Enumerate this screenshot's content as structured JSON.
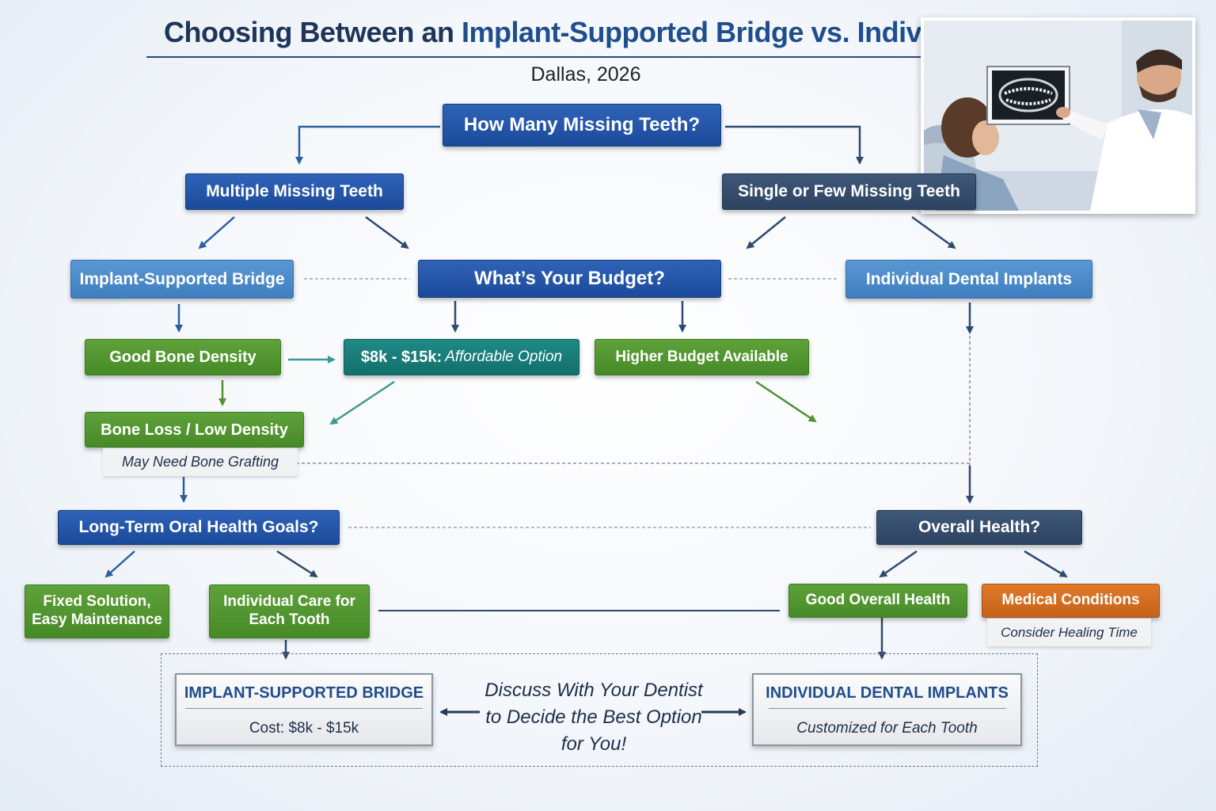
{
  "header": {
    "title_part1": "Choosing Between an ",
    "title_part2": "Implant-Supported Bridge vs. Individual Implants",
    "subtitle": "Dallas, 2026"
  },
  "nodes": {
    "how_many": "How Many Missing Teeth?",
    "multiple": "Multiple Missing Teeth",
    "single": "Single or Few Missing Teeth",
    "bridge": "Implant-Supported Bridge",
    "budget": "What’s Your Budget?",
    "individual": "Individual Dental Implants",
    "good_bone": "Good Bone Density",
    "budget_low_amount": "$8k - $15k:",
    "budget_low_label": "Affordable Option",
    "higher_budget": "Higher Budget Available",
    "bone_loss": "Bone Loss / Low Density",
    "bone_graft_note": "May Need Bone Grafting",
    "long_term": "Long-Term Oral Health Goals?",
    "overall_health": "Overall Health?",
    "fixed_line1": "Fixed Solution,",
    "fixed_line2": "Easy Maintenance",
    "individual_care_line1": "Individual Care for",
    "individual_care_line2": "Each Tooth",
    "good_health": "Good Overall Health",
    "medical": "Medical Conditions",
    "healing_note": "Consider Healing Time"
  },
  "outcomes": {
    "bridge_title": "IMPLANT-SUPPORTED BRIDGE",
    "bridge_cost": "Cost: $8k - $15k",
    "implants_title": "INDIVIDUAL DENTAL IMPLANTS",
    "implants_sub": "Customized for Each Tooth",
    "discuss_line1": "Discuss With Your Dentist",
    "discuss_line2": "to Decide the Best Option",
    "discuss_line3": "for You!"
  },
  "colors": {
    "navy": "#1b4a9a",
    "slate": "#2c4361",
    "light_blue": "#3e7fbf",
    "green": "#468a28",
    "teal": "#136f6c",
    "orange": "#c6611a",
    "title_dark": "#1d3557",
    "title_blue": "#1f4e8c"
  },
  "photo": {
    "subject": "dentist-showing-xray-to-patient"
  }
}
